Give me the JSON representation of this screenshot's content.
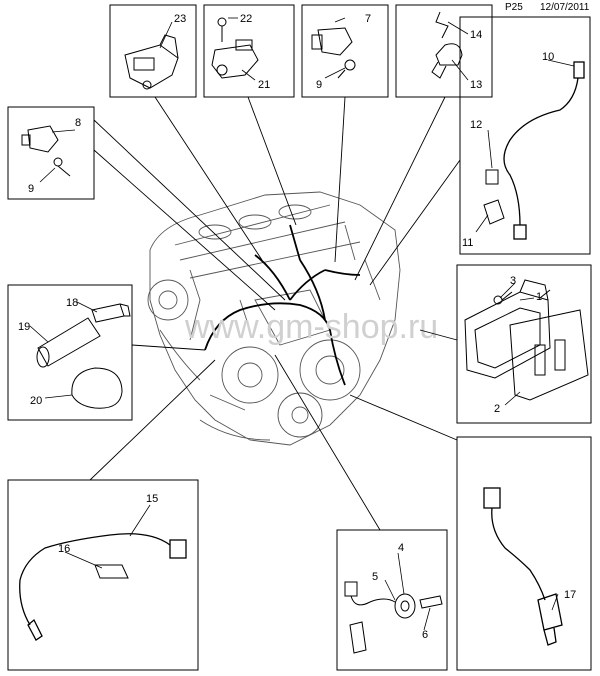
{
  "header": {
    "page_code": "P25",
    "date": "12/07/2011"
  },
  "watermark": "www.gm-shop.ru",
  "callouts": {
    "c1": "1",
    "c2": "2",
    "c3": "3",
    "c4": "4",
    "c5": "5",
    "c6": "6",
    "c7": "7",
    "c8": "8",
    "c9a": "9",
    "c9b": "9",
    "c10": "10",
    "c11": "11",
    "c12": "12",
    "c13": "13",
    "c14": "14",
    "c15": "15",
    "c16": "16",
    "c17": "17",
    "c18": "18",
    "c19": "19",
    "c20": "20",
    "c21": "21",
    "c22": "22",
    "c23": "23"
  },
  "colors": {
    "line": "#000000",
    "engine": "#555555",
    "watermark": "#d0d0d0"
  }
}
